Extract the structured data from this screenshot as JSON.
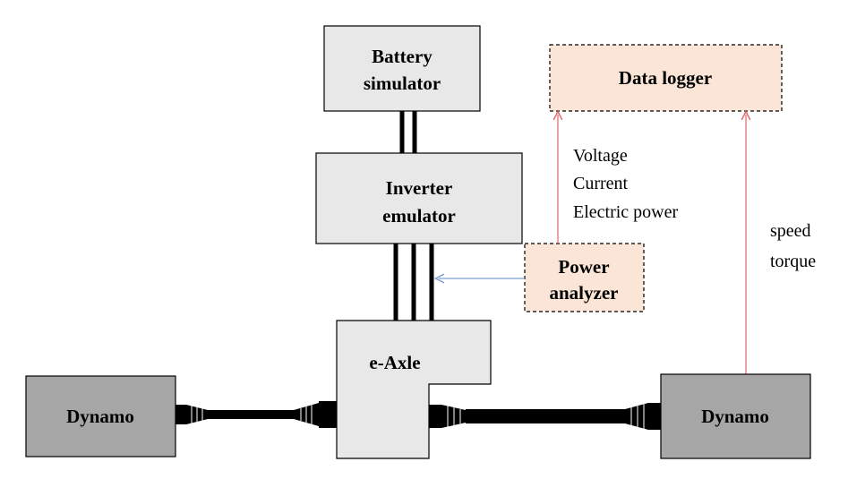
{
  "blocks": {
    "battery_simulator": {
      "line1": "Battery",
      "line2": "simulator"
    },
    "inverter_emulator": {
      "line1": "Inverter",
      "line2": "emulator"
    },
    "data_logger": {
      "label": "Data logger"
    },
    "power_analyzer": {
      "line1": "Power",
      "line2": "analyzer"
    },
    "e_axle": {
      "label": "e-Axle"
    },
    "dynamo_left": {
      "label": "Dynamo"
    },
    "dynamo_right": {
      "label": "Dynamo"
    }
  },
  "signals": {
    "power_analyzer_outputs": [
      "Voltage",
      "Current",
      "Electric power"
    ],
    "dynamo_outputs": [
      "speed",
      "torque"
    ]
  },
  "colors": {
    "block_fill": "#e8e8e8",
    "dynamo_fill": "#a6a6a6",
    "logger_fill": "#fbe5d6",
    "signal_line": "#e06666",
    "measure_line": "#7aa0d0"
  }
}
